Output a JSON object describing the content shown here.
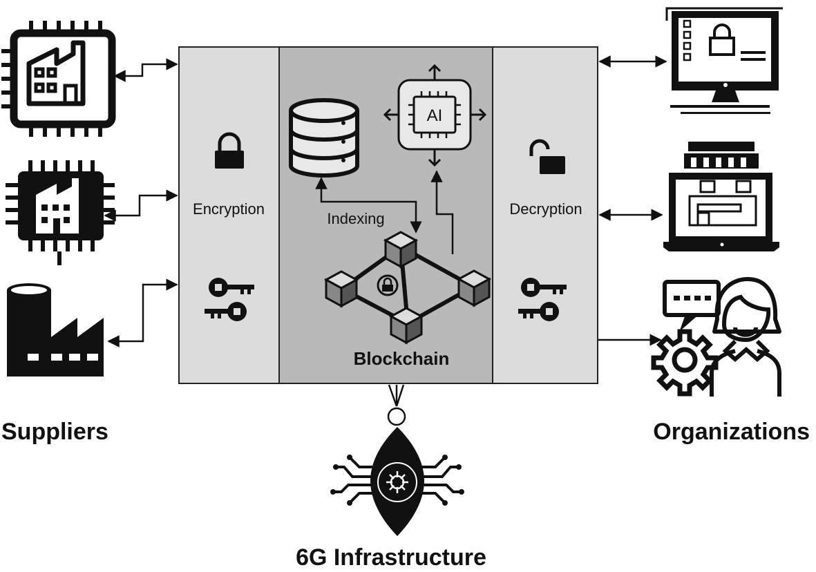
{
  "labels": {
    "suppliers": "Suppliers",
    "organizations": "Organizations",
    "infrastructure": "6G Infrastructure",
    "encryption": "Encryption",
    "decryption": "Decryption",
    "indexing": "Indexing",
    "blockchain": "Blockchain",
    "ai": "AI"
  },
  "icons": {
    "supplier_1": "factory-chip-icon",
    "supplier_2": "building-chip-icon",
    "supplier_3": "factory-icon",
    "organization_1": "locked-monitor-icon",
    "organization_2": "storefront-laptop-icon",
    "organization_3": "support-agent-gear-icon",
    "encryption_lock": "lock-icon",
    "encryption_keys": "keys-icon",
    "decryption_lock": "unlock-icon",
    "decryption_keys": "keys-icon",
    "database": "database-icon",
    "ai_chip": "ai-chip-icon",
    "blockchain_network": "blockchain-network-icon",
    "infrastructure_eye": "cyber-eye-icon"
  },
  "colors": {
    "encryption_panel": "#dcdcdc",
    "blockchain_panel": "#b9b9b9",
    "decryption_panel": "#dcdcdc",
    "stroke": "#111111"
  }
}
